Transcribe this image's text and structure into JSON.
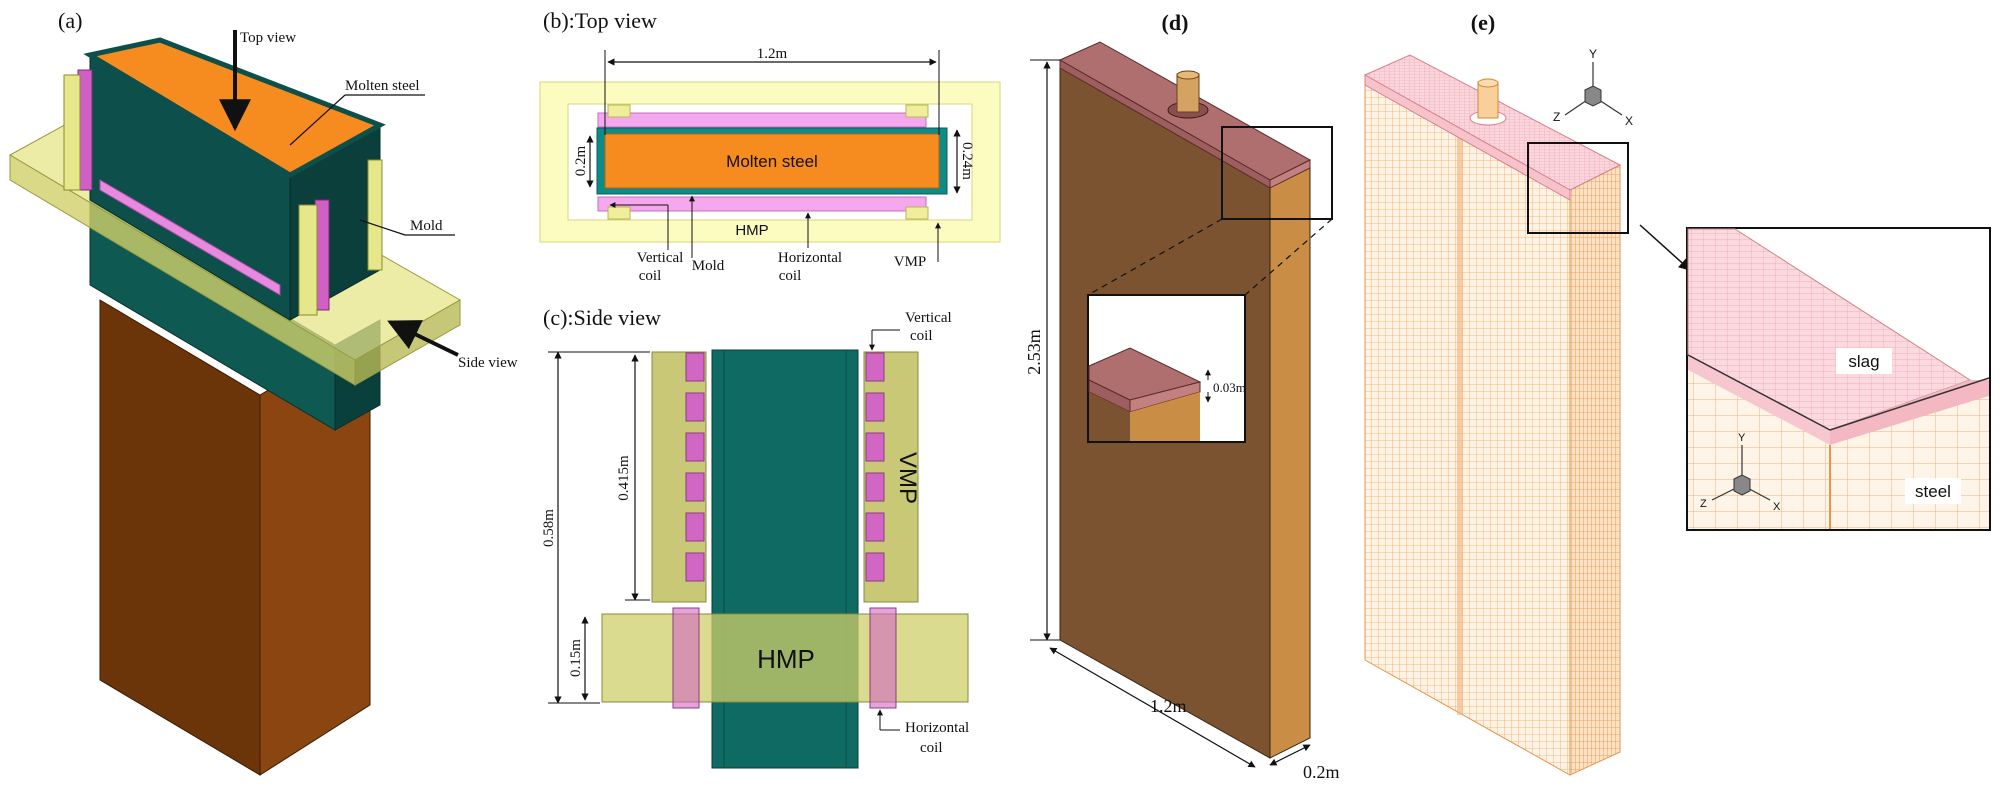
{
  "panels": {
    "a": {
      "label": "(a)",
      "top_view": "Top view",
      "molten_steel": "Molten steel",
      "mold": "Mold",
      "side_view": "Side view"
    },
    "b": {
      "title": "(b):Top view",
      "width_dim": "1.2m",
      "height_left": "0.2m",
      "height_right": "0.24m",
      "molten_steel": "Molten steel",
      "hmp": "HMP",
      "vertical_coil_1": "Vertical",
      "vertical_coil_2": "coil",
      "mold": "Mold",
      "horizontal_coil_1": "Horizontal",
      "horizontal_coil_2": "coil",
      "vmp": "VMP"
    },
    "c": {
      "title": "(c):Side view",
      "vertical_coil_1": "Vertical",
      "vertical_coil_2": "coil",
      "dim_total": "0.58m",
      "dim_vmp": "0.415m",
      "dim_hmp": "0.15m",
      "vmp": "VMP",
      "hmp": "HMP",
      "horizontal_coil_1": "Horizontal",
      "horizontal_coil_2": "coil"
    },
    "d": {
      "label": "(d)",
      "height": "2.53m",
      "width": "1.2m",
      "thickness": "0.2m",
      "slag_thickness": "0.03m"
    },
    "e": {
      "label": "(e)",
      "axis_y": "Y",
      "axis_x": "X",
      "axis_z": "Z",
      "slag": "slag",
      "steel": "steel"
    }
  },
  "colors": {
    "molten_steel": "#f68b1f",
    "mold": "#0d4f4a",
    "coil": "#e889e0",
    "vmp_hmp": "#e6e68a",
    "strand": "#7a3a0a",
    "slag_cap": "#b06f6f",
    "mesh": "#f0a060",
    "mesh_slag": "#f5b8c0"
  }
}
